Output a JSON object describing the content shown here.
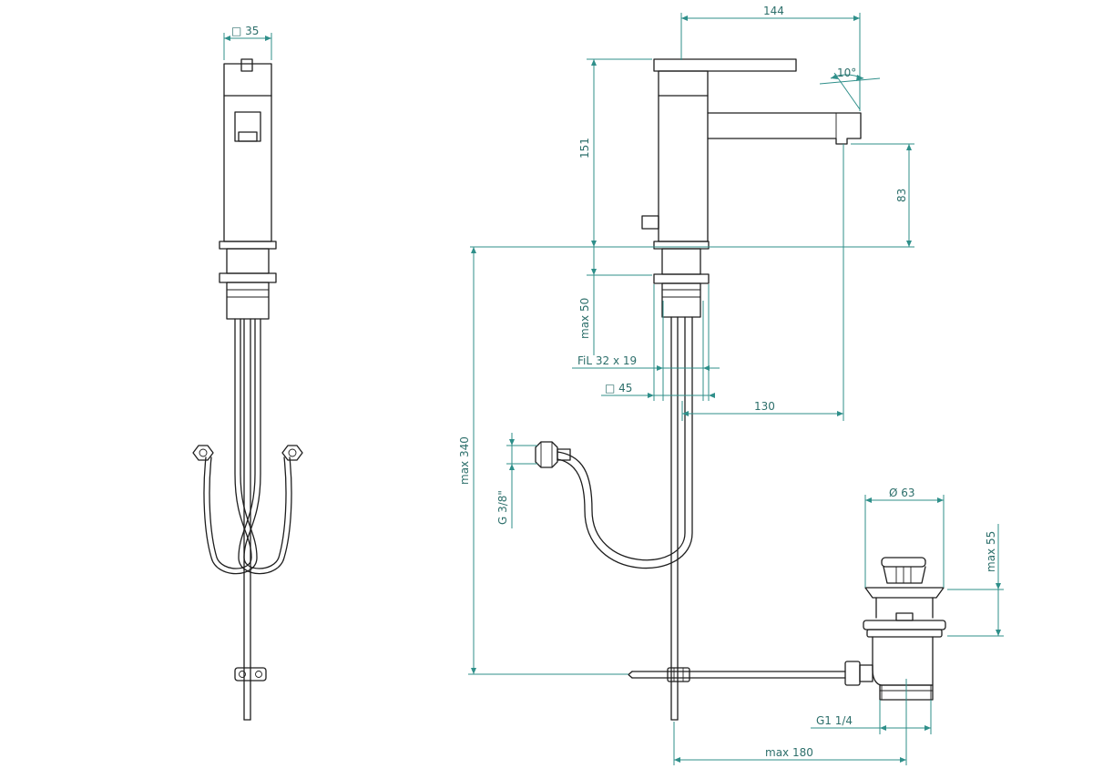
{
  "colors": {
    "object_line": "#1e1e1e",
    "dimension_line": "#2f8f8a",
    "dimension_text": "#2d6f6b",
    "background": "#ffffff"
  },
  "labels": {
    "side_square": "□ 35",
    "width_144": "144",
    "angle": "10°",
    "height_151": "151",
    "spout_83": "83",
    "max_50": "max 50",
    "thread": "FiL 32 x 19",
    "base_square": "□ 45",
    "reach_130": "130",
    "max_340": "max 340",
    "inlet": "G 3/8\"",
    "waste_diameter": "Ø 63",
    "waste_max55": "max 55",
    "waste_thread": "G1 1/4",
    "max_180": "max 180"
  }
}
